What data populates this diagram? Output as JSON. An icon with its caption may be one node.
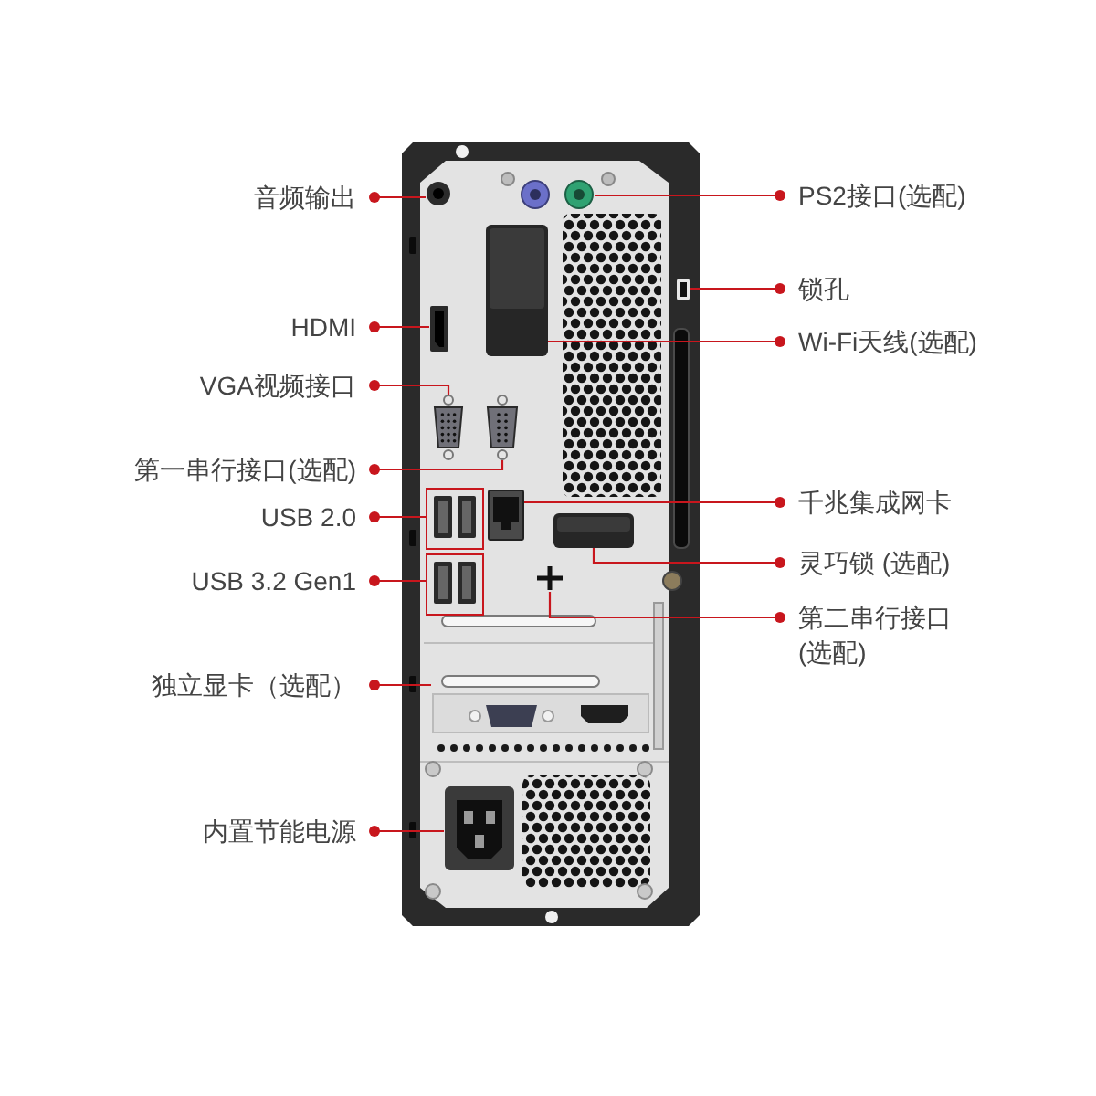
{
  "diagram": {
    "nodes": [
      {
        "text": [
          "音频输出"
        ]
      },
      {
        "text": [],
        "shape": "picture"
      },
      {
        "text": [
          "HDMI"
        ]
      },
      {
        "text": [],
        "shape": "picture"
      },
      {
        "text": [
          "VGA视频接口"
        ]
      },
      {
        "text": [],
        "shape": "picture"
      },
      {
        "text": [
          "第一串行接口(选配)"
        ]
      },
      {
        "text": [],
        "shape": "picture"
      },
      {
        "text": [
          "USB 2.0"
        ]
      },
      {
        "text": [],
        "shape": "box"
      },
      {
        "text": [
          "USB 3.2 Gen1"
        ]
      },
      {
        "text": [],
        "shape": "box"
      },
      {
        "text": [
          "独立显卡（选配）"
        ]
      },
      {
        "text": [],
        "shape": "picture"
      },
      {
        "text": [
          "内置节能电源"
        ]
      },
      {
        "text": [],
        "shape": "picture"
      },
      {
        "text": [
          "PS2接口(选配)"
        ]
      },
      {
        "text": [],
        "shape": "picture"
      },
      {
        "text": [
          "锁孔"
        ]
      },
      {
        "text": [],
        "shape": "picture"
      },
      {
        "text": [
          "Wi-Fi天线(选配)"
        ]
      },
      {
        "text": [],
        "shape": "picture"
      },
      {
        "text": [
          "千兆集成网卡"
        ]
      },
      {
        "text": [],
        "shape": "picture"
      },
      {
        "text": [
          "灵巧锁 (选配)"
        ]
      },
      {
        "text": [],
        "shape": "picture"
      },
      {
        "text": [
          "第二串行接口(选配)"
        ]
      },
      {
        "text": [],
        "shape": "picture"
      }
    ],
    "edges": [
      {
        "from": 0,
        "to": 1,
        "arrow": "other"
      },
      {
        "from": 2,
        "to": 3,
        "arrow": "other"
      },
      {
        "from": 4,
        "to": 5,
        "arrow": "other"
      },
      {
        "from": 6,
        "to": 7,
        "arrow": "other"
      },
      {
        "from": 8,
        "to": 9,
        "arrow": "other"
      },
      {
        "from": 10,
        "to": 11,
        "arrow": "other"
      },
      {
        "from": 12,
        "to": 13,
        "arrow": "other"
      },
      {
        "from": 14,
        "to": 15,
        "arrow": "other"
      },
      {
        "from": 16,
        "to": 17,
        "arrow": "other"
      },
      {
        "from": 18,
        "to": 19,
        "arrow": "other"
      },
      {
        "from": 20,
        "to": 21,
        "arrow": "other"
      },
      {
        "from": 22,
        "to": 23,
        "arrow": "other"
      },
      {
        "from": 24,
        "to": 25,
        "arrow": "other"
      },
      {
        "from": 26,
        "to": 27,
        "arrow": "other"
      }
    ]
  }
}
